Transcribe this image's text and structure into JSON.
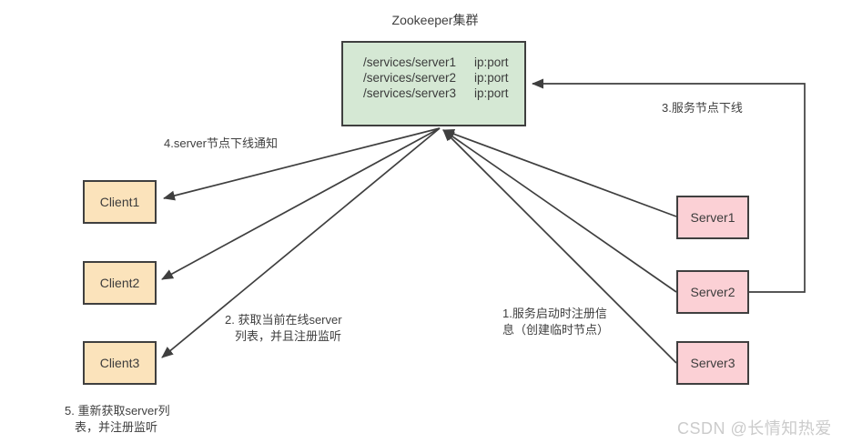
{
  "title": "Zookeeper集群",
  "zookeeper_box": {
    "rows": [
      {
        "path": "/services/server1",
        "addr": "ip:port"
      },
      {
        "path": "/services/server2",
        "addr": "ip:port"
      },
      {
        "path": "/services/server3",
        "addr": "ip:port"
      }
    ]
  },
  "clients": [
    {
      "label": "Client1"
    },
    {
      "label": "Client2"
    },
    {
      "label": "Client3"
    }
  ],
  "servers": [
    {
      "label": "Server1"
    },
    {
      "label": "Server2"
    },
    {
      "label": "Server3"
    }
  ],
  "annotations": {
    "step1_line1": "1.服务启动时注册信",
    "step1_line2": "息（创建临时节点）",
    "step2_line1": "2. 获取当前在线server",
    "step2_line2": "列表，并且注册监听",
    "step3": "3.服务节点下线",
    "step4": "4.server节点下线通知",
    "step5_line1": "5. 重新获取server列",
    "step5_line2": "表，并注册监听"
  },
  "watermark": "CSDN @长情知热爱",
  "colors": {
    "zookeeper_fill": "#d5e8d4",
    "client_fill": "#fbe3bb",
    "server_fill": "#fbd0d5",
    "border": "#3f3f3f",
    "arrow": "#3f3f3f",
    "watermark": "#cbcbcb"
  }
}
